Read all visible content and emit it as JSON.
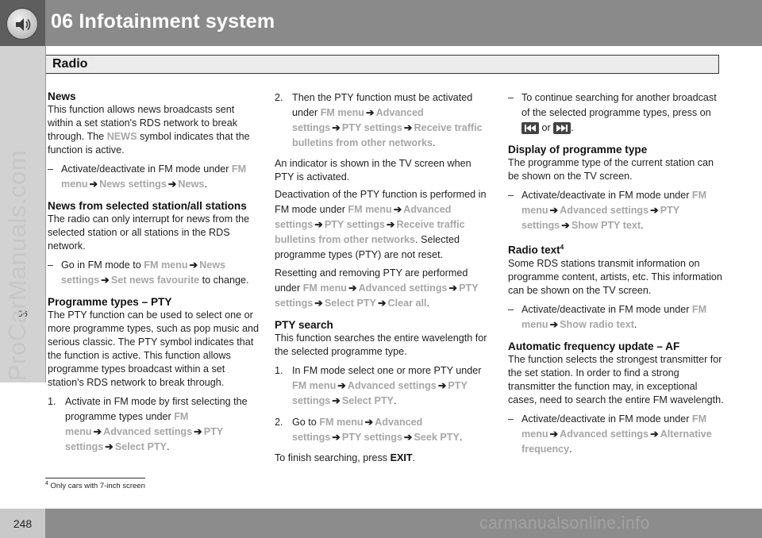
{
  "header": {
    "chapter_title": "06 Infotainment system",
    "section_title": "Radio"
  },
  "sidebar": {
    "chapter_marker": "06",
    "watermark": "ProCarManuals.com"
  },
  "col1": {
    "news_h": "News",
    "news_p1_a": "This function allows news broadcasts sent within a set station's RDS network to break through. The ",
    "news_p1_kw": "NEWS",
    "news_p1_b": " symbol indicates that the function is active.",
    "news_dash": "–",
    "news_item_a": "Activate/deactivate in FM mode under ",
    "news_item_k1": "FM menu",
    "news_item_k2": "News settings",
    "news_item_k3": "News",
    "news_item_end": ".",
    "sel_h": "News from selected station/all stations",
    "sel_p": "The radio can only interrupt for news from the selected station or all stations in the RDS network.",
    "sel_dash": "–",
    "sel_item_a": "Go in FM mode to ",
    "sel_item_k1": "FM menu",
    "sel_item_k2": "News settings",
    "sel_item_k3": "Set news favourite",
    "sel_item_end": " to change.",
    "pty_h": "Programme types – PTY",
    "pty_p": "The PTY function can be used to select one or more programme types, such as pop music and serious classic. The PTY symbol indicates that the function is active. This function allows programme types broadcast within a set station's RDS network to break through.",
    "pty_n1": "1.",
    "pty_i1_a": "Activate in FM mode by first selecting the programme types under ",
    "pty_i1_k1": "FM menu",
    "pty_i1_k2": "Advanced settings",
    "pty_i1_k3": "PTY settings",
    "pty_i1_k4": "Select PTY",
    "pty_i1_end": "."
  },
  "col2": {
    "n2": "2.",
    "i2_a": "Then the PTY function must be activated under ",
    "i2_k1": "FM menu",
    "i2_k2": "Advanced settings",
    "i2_k3": "PTY settings",
    "i2_k4": "Receive traffic bulletins from other networks",
    "i2_end": ".",
    "p_indicator": "An indicator is shown in the TV screen when PTY is activated.",
    "p_deact_a": "Deactivation of the PTY function is performed in FM mode under ",
    "p_deact_k1": "FM menu",
    "p_deact_k2": "Advanced settings",
    "p_deact_k3": "PTY settings",
    "p_deact_k4": "Receive traffic bulletins from other networks",
    "p_deact_b": ". Selected programme types (PTY) are not reset.",
    "p_reset_a": "Resetting and removing PTY are performed under ",
    "p_reset_k1": "FM menu",
    "p_reset_k2": "Advanced settings",
    "p_reset_k3": "PTY settings",
    "p_reset_k4": "Select PTY",
    "p_reset_k5": "Clear all",
    "p_reset_end": ".",
    "search_h": "PTY search",
    "search_p": "This function searches the entire wavelength for the selected programme type.",
    "s_n1": "1.",
    "s_i1_a": "In FM mode select one or more PTY under ",
    "s_i1_k1": "FM menu",
    "s_i1_k2": "Advanced settings",
    "s_i1_k3": "PTY settings",
    "s_i1_k4": "Select PTY",
    "s_i1_end": ".",
    "s_n2": "2.",
    "s_i2_a": "Go to ",
    "s_i2_k1": "FM menu",
    "s_i2_k2": "Advanced settings",
    "s_i2_k3": "PTY settings",
    "s_i2_k4": "Seek PTY",
    "s_i2_end": ".",
    "finish_a": "To finish searching, press ",
    "finish_b": "EXIT",
    "finish_end": "."
  },
  "col3": {
    "cont_dash": "–",
    "cont_a": "To continue searching for another broadcast of the selected programme types, press on ",
    "cont_or": " or ",
    "cont_end": ".",
    "disp_h": "Display of programme type",
    "disp_p": "The programme type of the current station can be shown on the TV screen.",
    "disp_dash": "–",
    "disp_a": "Activate/deactivate in FM mode under ",
    "disp_k1": "FM menu",
    "disp_k2": "Advanced settings",
    "disp_k3": "PTY settings",
    "disp_k4": "Show PTY text",
    "disp_end": ".",
    "rt_h": "Radio text",
    "rt_sup": "4",
    "rt_p": "Some RDS stations transmit information on programme content, artists, etc. This information can be shown on the TV screen.",
    "rt_dash": "–",
    "rt_a": "Activate/deactivate in FM mode under ",
    "rt_k1": "FM menu",
    "rt_k2": "Show radio text",
    "rt_end": ".",
    "af_h": "Automatic frequency update – AF",
    "af_p": "The function selects the strongest transmitter for the set station. In order to find a strong transmitter the function may, in exceptional cases, need to search the entire FM wavelength.",
    "af_dash": "–",
    "af_a": "Activate/deactivate in FM mode under ",
    "af_k1": "FM menu",
    "af_k2": "Advanced settings",
    "af_k3": "Alternative frequency",
    "af_end": "."
  },
  "footnote": {
    "num": "4",
    "text": "Only cars with 7-inch screen"
  },
  "footer": {
    "page_number": "248",
    "site_mark": "carmanualsonline.info"
  },
  "icons": {
    "arrow": "➔",
    "prev_track": "prev-track-icon",
    "next_track": "next-track-icon",
    "speaker": "speaker-icon"
  }
}
